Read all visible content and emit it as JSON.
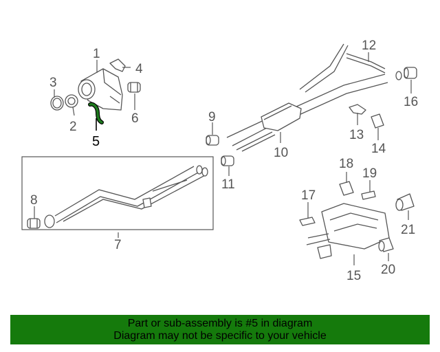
{
  "diagram": {
    "highlight_color": "#1e7a1e",
    "callouts": {
      "c1": "1",
      "c2": "2",
      "c3": "3",
      "c4": "4",
      "c5": "5",
      "c6": "6",
      "c7": "7",
      "c8": "8",
      "c9": "9",
      "c10": "10",
      "c11": "11",
      "c12": "12",
      "c13": "13",
      "c14": "14",
      "c15": "15",
      "c16": "16",
      "c17": "17",
      "c18": "18",
      "c19": "19",
      "c20": "20",
      "c21": "21"
    }
  },
  "banner": {
    "line1": "Part or sub-assembly is #5 in diagram",
    "line2": "Diagram may not be specific to your vehicle",
    "background": "#157a0c",
    "text_color": "#000000"
  }
}
